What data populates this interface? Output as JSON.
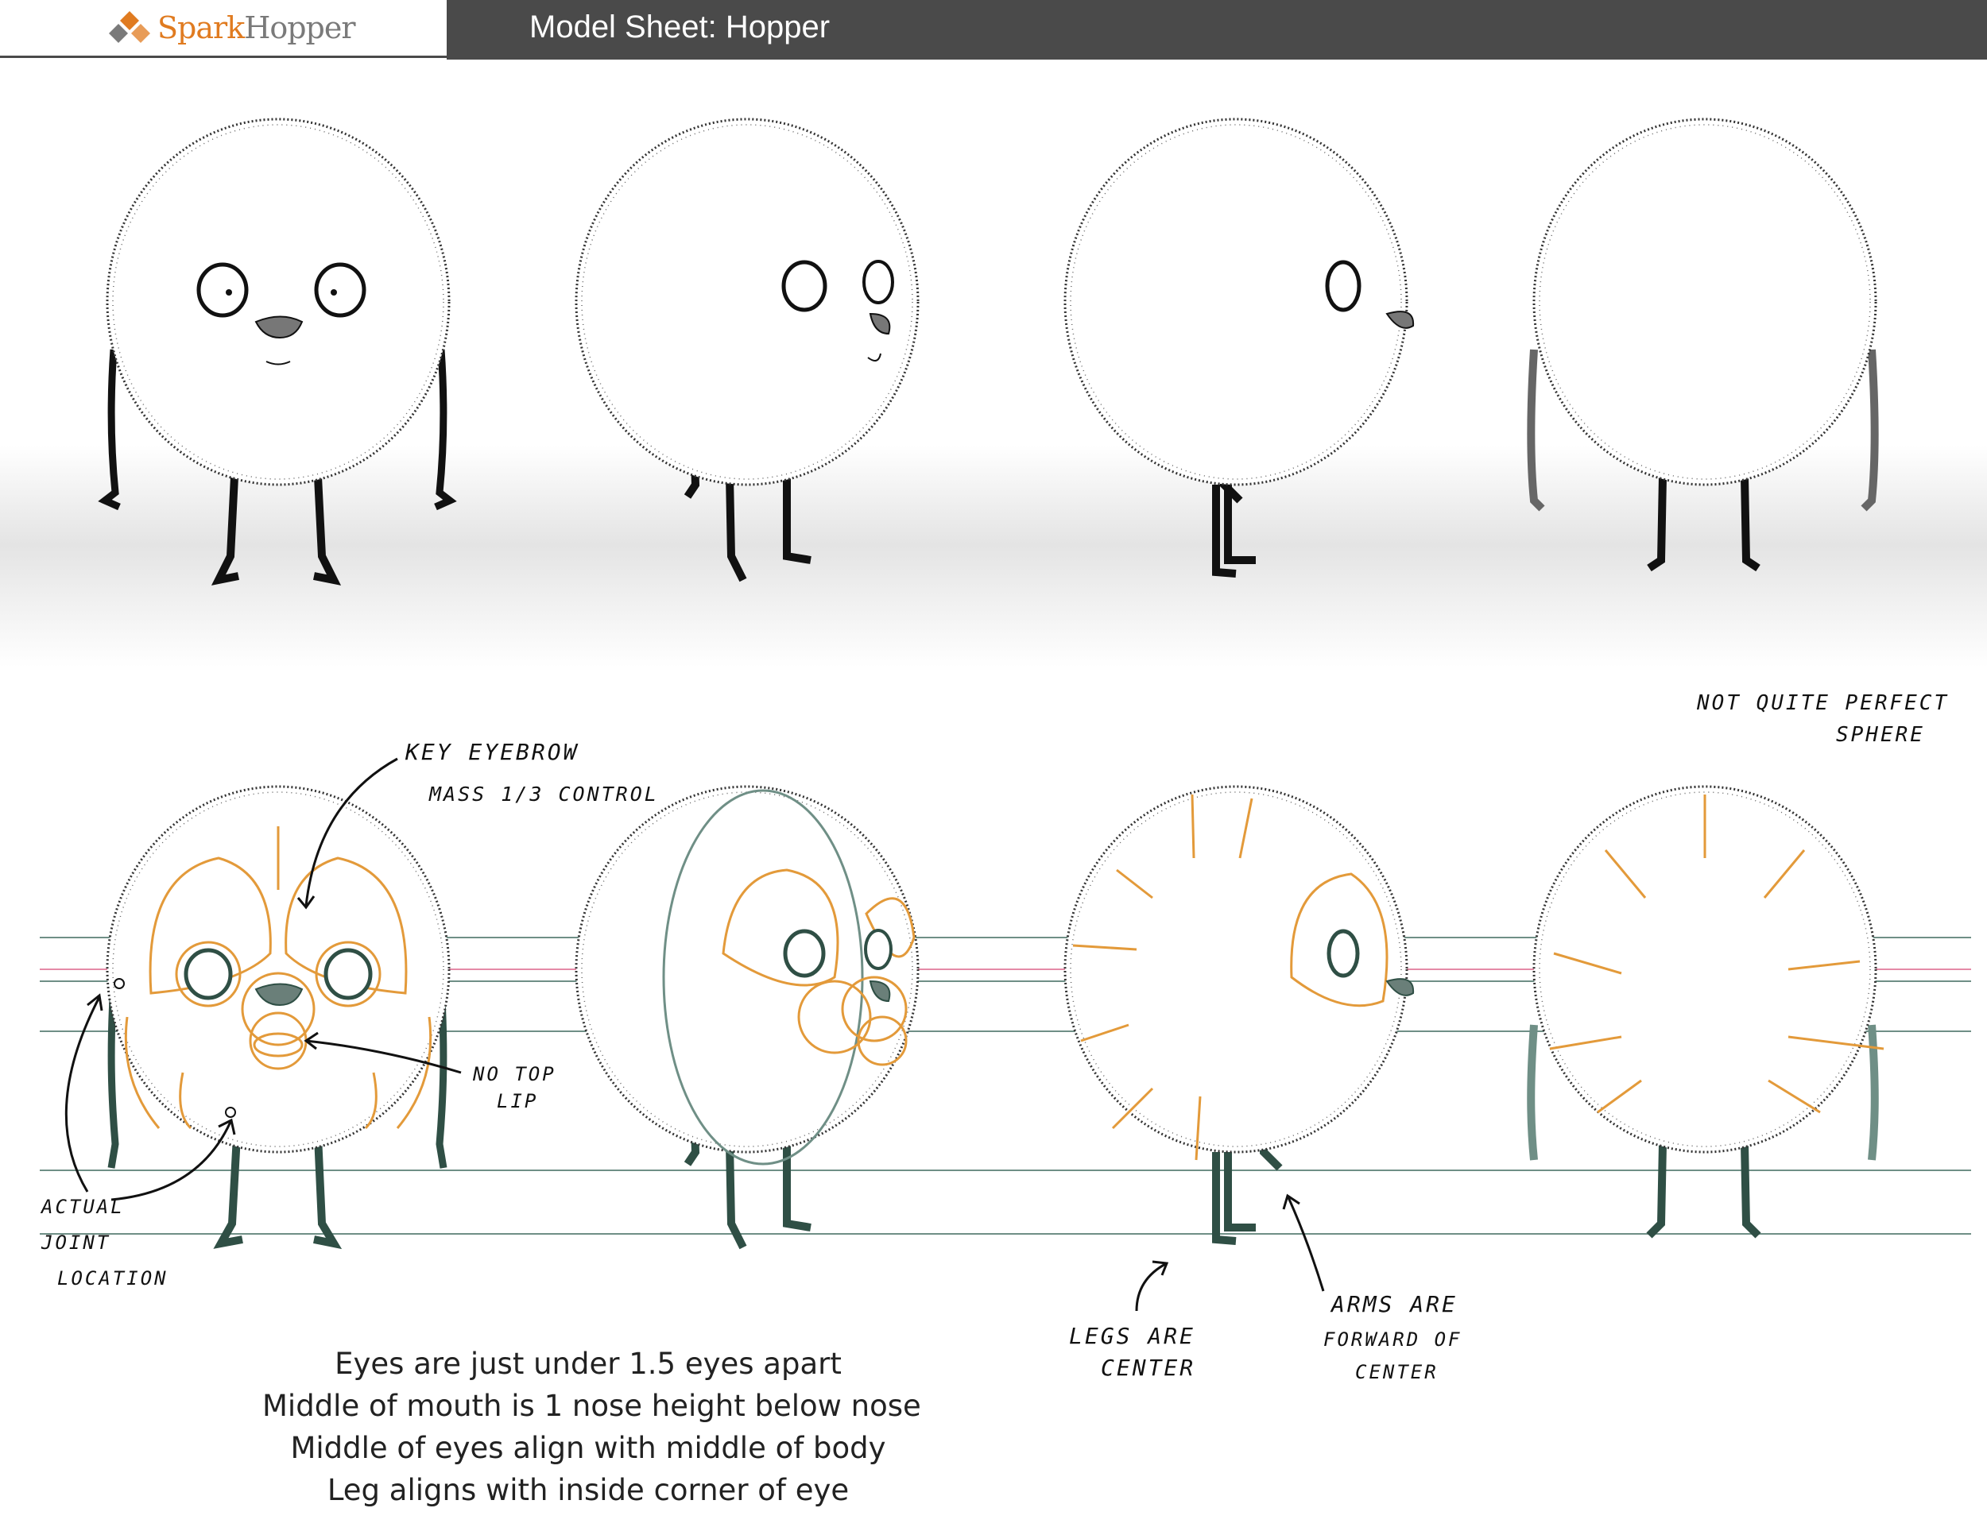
{
  "header": {
    "logo_part1": "Spark",
    "logo_part2": "Hopper",
    "title": "Model Sheet: Hopper"
  },
  "annotations": {
    "key_eyebrow": "Key Eyebrow",
    "mass_control": "Mass 1/3 Control",
    "no_top_lip_1": "No Top",
    "no_top_lip_2": "Lip",
    "actual_joint_1": "Actual",
    "actual_joint_2": "Joint",
    "actual_joint_3": "Location",
    "legs_center_1": "Legs are",
    "legs_center_2": "Center",
    "arms_forward_1": "Arms are",
    "arms_forward_2": "Forward of",
    "arms_forward_3": "Center",
    "not_perfect_1": "Not   Quite Perfect",
    "not_perfect_2": "Sphere"
  },
  "guidelines": [
    "Eyes are just under 1.5 eyes apart",
    "Middle of mouth is 1 nose height below nose",
    "Middle of eyes align with middle of body",
    "Leg aligns with inside corner of eye"
  ],
  "colors": {
    "brand_orange": "#e07b20",
    "header_dark": "#4a4a4a",
    "construction_orange": "#e39a3a",
    "guide_green": "#6f8f86",
    "guide_pink": "#e58aa7",
    "limb_dark_green": "#2f4f45"
  }
}
